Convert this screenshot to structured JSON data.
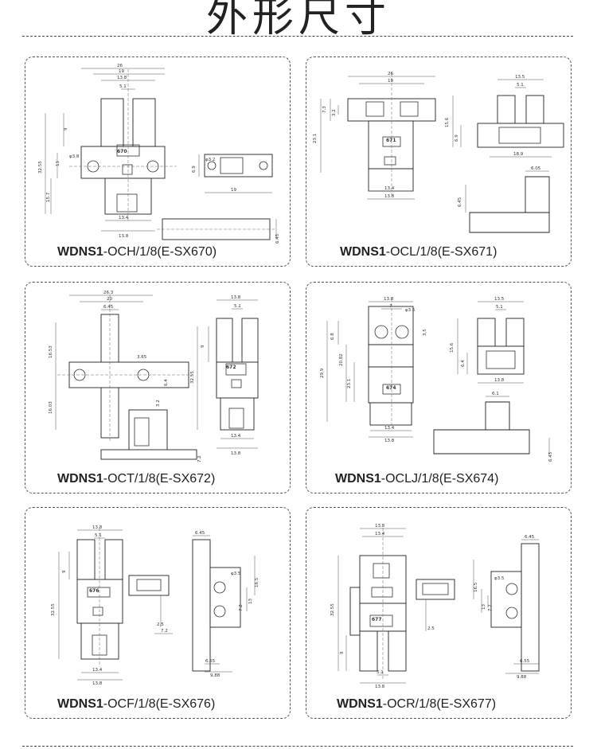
{
  "title": "外形尺寸",
  "panels": [
    {
      "model": "WDNS1",
      "spec": "-OCH/1/8(E-SX670)",
      "dims": [
        "26",
        "19",
        "13.8",
        "5.1",
        "9",
        "32.55",
        "11",
        "15.7",
        "φ3.8",
        "13.4",
        "13.8",
        "6.9",
        "φ3.2",
        "19",
        "6.45"
      ],
      "badge": "670"
    },
    {
      "model": "WDNS1",
      "spec": "-OCL/1/8(E-SX671)",
      "dims": [
        "26",
        "19",
        "7.3",
        "3.2",
        "23.1",
        "13.4",
        "13.8",
        "13.5",
        "5.1",
        "15.6",
        "6.9",
        "18.9",
        "6.05",
        "6.45"
      ],
      "badge": "671"
    },
    {
      "model": "WDNS1",
      "spec": "-OCT/1/8(E-SX672)",
      "dims": [
        "26.3",
        "20",
        "6.45",
        "16.53",
        "16.03",
        "3.65",
        "6.4",
        "3.2",
        "13.8",
        "5.1",
        "9",
        "32.55",
        "13.4",
        "13.8",
        "7.2"
      ],
      "badge": "672"
    },
    {
      "model": "WDNS1",
      "spec": "-OCLJ/1/8(E-SX674)",
      "dims": [
        "13.8",
        "7",
        "φ3.5",
        "6.8",
        "3.5",
        "29.9",
        "20.82",
        "23.1",
        "13.4",
        "13.8",
        "13.5",
        "5.1",
        "15.6",
        "6.4",
        "13.8",
        "6.1",
        "6.45"
      ],
      "badge": "674"
    },
    {
      "model": "WDNS1",
      "spec": "-OCF/1/8(E-SX676)",
      "dims": [
        "13.8",
        "5.1",
        "9",
        "32.55",
        "13.4",
        "13.8",
        "2.5",
        "7.2",
        "6.45",
        "φ3.5",
        "16.5",
        "13",
        "7.2",
        "6.55",
        "9.88"
      ],
      "badge": "676"
    },
    {
      "model": "WDNS1",
      "spec": "-OCR/1/8(E-SX677)",
      "dims": [
        "13.8",
        "13.4",
        "32.55",
        "9",
        "5.1",
        "13.8",
        "2.5",
        "6.45",
        "16.5",
        "φ3.5",
        "13",
        "7.2",
        "6.55",
        "9.88"
      ],
      "badge": "677"
    }
  ]
}
